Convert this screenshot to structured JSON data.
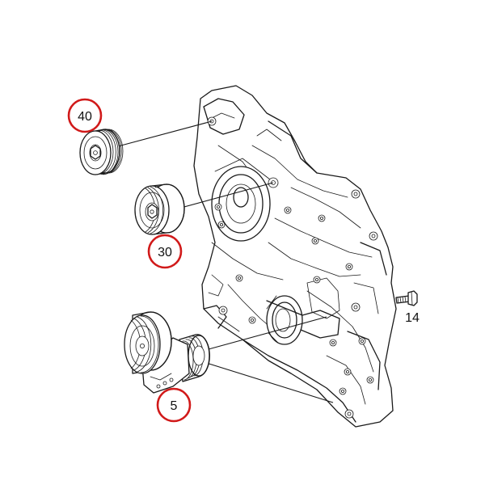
{
  "callouts": {
    "c40": "40",
    "c30": "30",
    "c5": "5",
    "c14": "14"
  },
  "colors": {
    "callout_ring": "#d11a1a",
    "line_art": "#1a1a1a",
    "background": "#ffffff"
  }
}
